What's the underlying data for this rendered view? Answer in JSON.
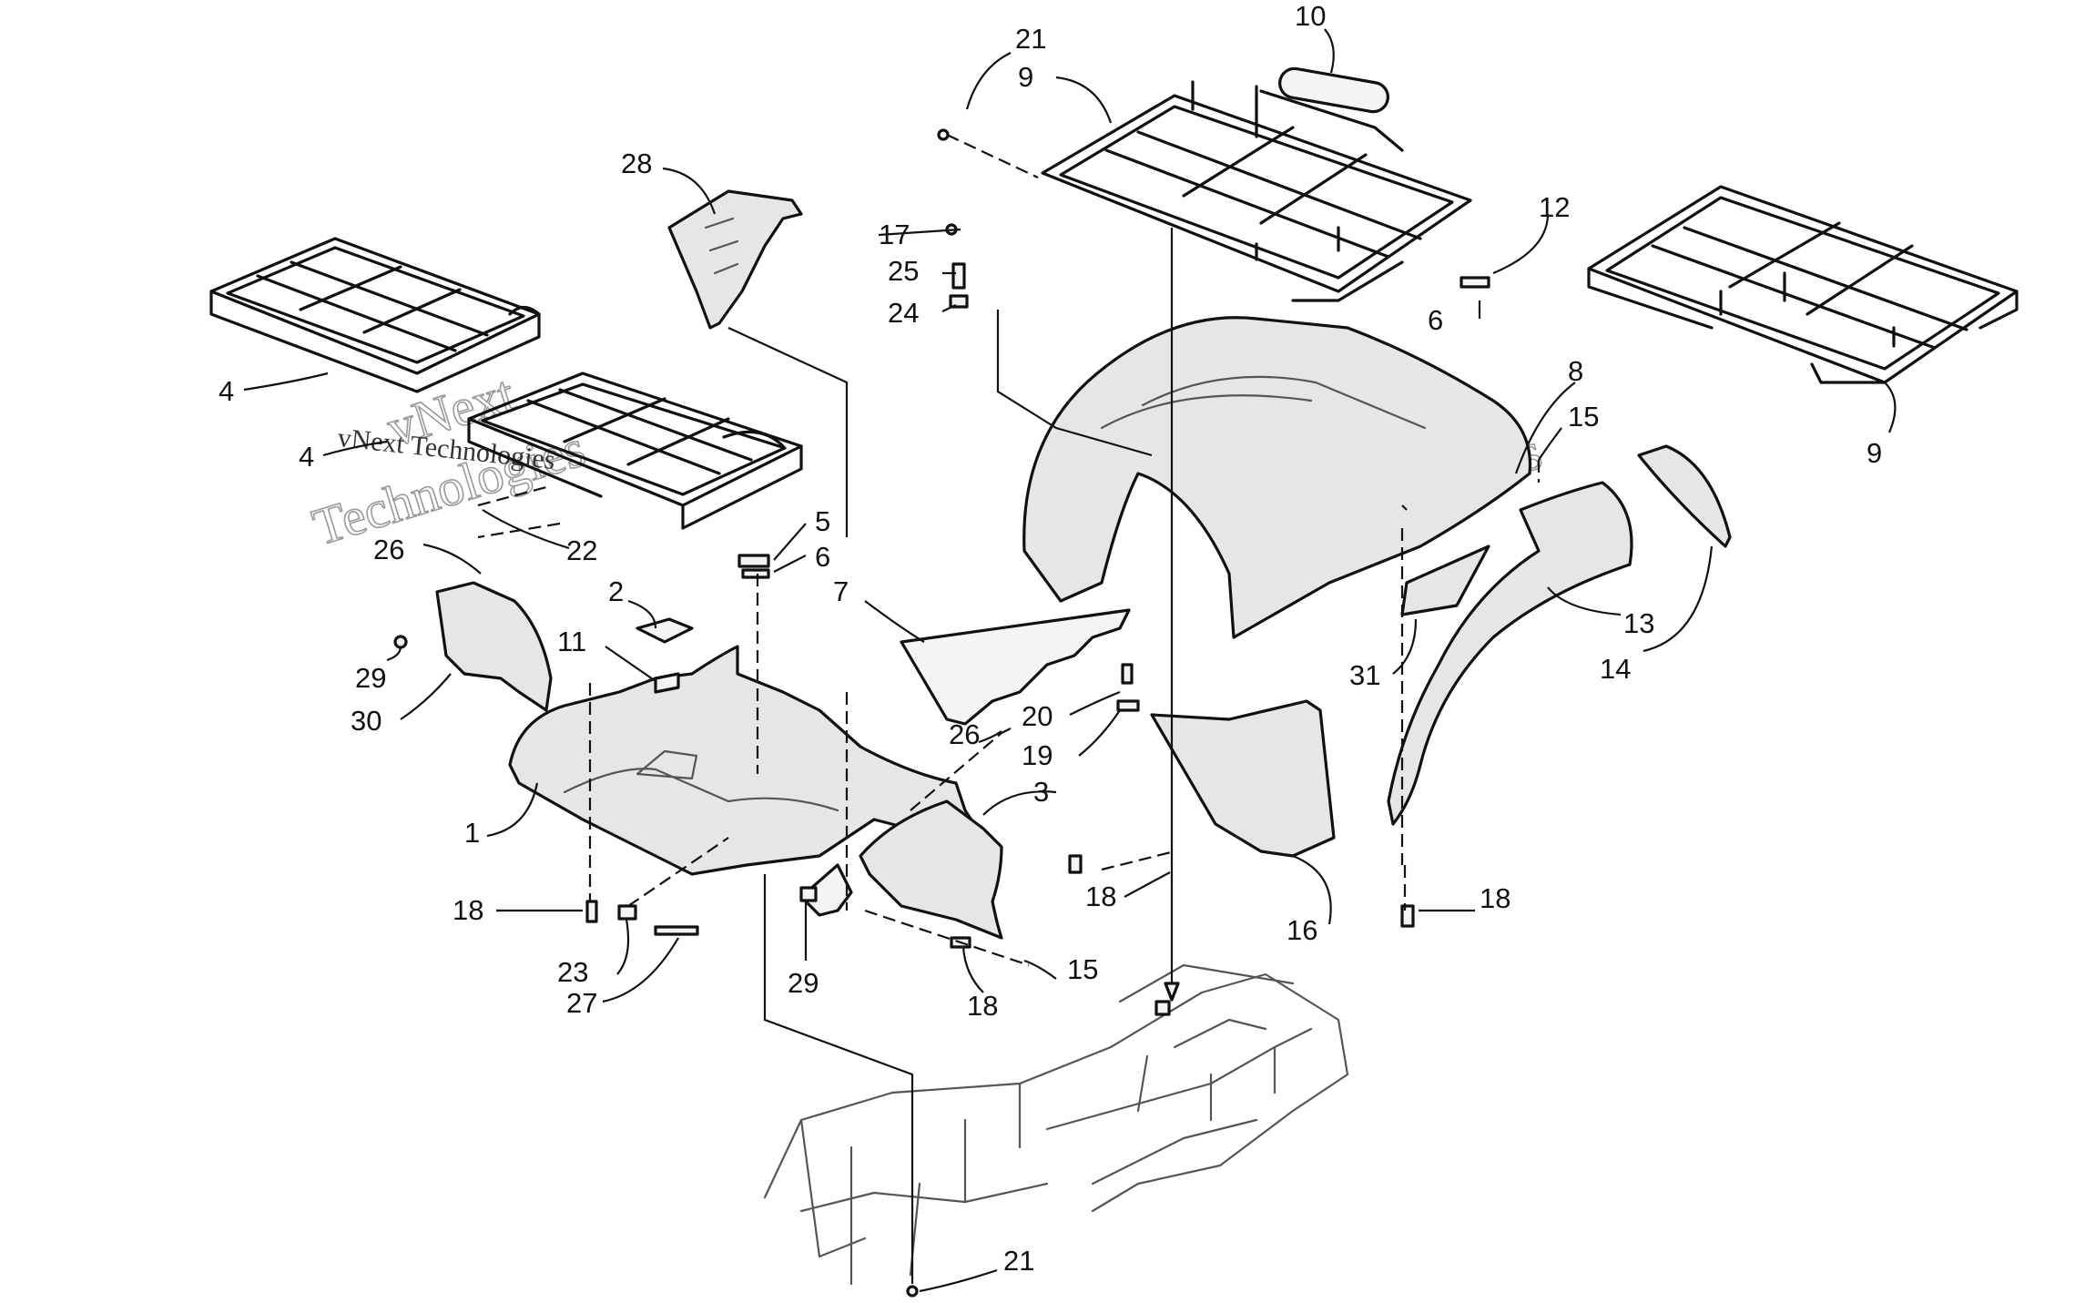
{
  "watermark": {
    "brand_line1": "vNext",
    "brand_line2": "Technologies",
    "small_text": "vNext Technologies"
  },
  "callouts": [
    {
      "id": "c21a",
      "label": "21"
    },
    {
      "id": "c10",
      "label": "10"
    },
    {
      "id": "c9a",
      "label": "9"
    },
    {
      "id": "c28",
      "label": "28"
    },
    {
      "id": "c17",
      "label": "17"
    },
    {
      "id": "c25",
      "label": "25"
    },
    {
      "id": "c24",
      "label": "24"
    },
    {
      "id": "c12",
      "label": "12"
    },
    {
      "id": "c6a",
      "label": "6"
    },
    {
      "id": "c8",
      "label": "8"
    },
    {
      "id": "c15a",
      "label": "15"
    },
    {
      "id": "c9b",
      "label": "9"
    },
    {
      "id": "c4a",
      "label": "4"
    },
    {
      "id": "c4b",
      "label": "4"
    },
    {
      "id": "c22",
      "label": "22"
    },
    {
      "id": "c26a",
      "label": "26"
    },
    {
      "id": "c5",
      "label": "5"
    },
    {
      "id": "c6b",
      "label": "6"
    },
    {
      "id": "c2",
      "label": "2"
    },
    {
      "id": "c7",
      "label": "7"
    },
    {
      "id": "c11",
      "label": "11"
    },
    {
      "id": "c29a",
      "label": "29"
    },
    {
      "id": "c30",
      "label": "30"
    },
    {
      "id": "c20",
      "label": "20"
    },
    {
      "id": "c19",
      "label": "19"
    },
    {
      "id": "c26b",
      "label": "26"
    },
    {
      "id": "c13",
      "label": "13"
    },
    {
      "id": "c14",
      "label": "14"
    },
    {
      "id": "c31",
      "label": "31"
    },
    {
      "id": "c1",
      "label": "1"
    },
    {
      "id": "c3",
      "label": "3"
    },
    {
      "id": "c18a",
      "label": "18"
    },
    {
      "id": "c18b",
      "label": "18"
    },
    {
      "id": "c18c",
      "label": "18"
    },
    {
      "id": "c18d",
      "label": "18"
    },
    {
      "id": "c16",
      "label": "16"
    },
    {
      "id": "c23",
      "label": "23"
    },
    {
      "id": "c29b",
      "label": "29"
    },
    {
      "id": "c27",
      "label": "27"
    },
    {
      "id": "c15b",
      "label": "15"
    },
    {
      "id": "c21b",
      "label": "21"
    }
  ]
}
